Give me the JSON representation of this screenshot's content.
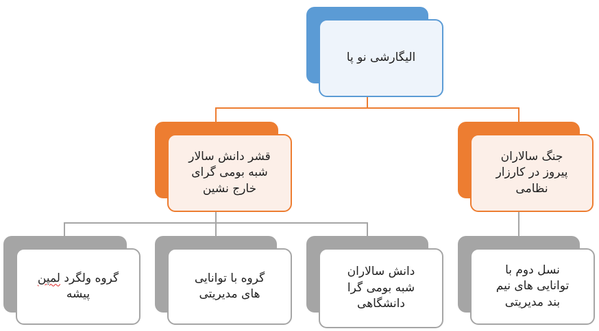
{
  "colors": {
    "blue": "#5b9bd5",
    "light_blue": "#eef4fb",
    "orange": "#ed7d31",
    "peach": "#fcefe8",
    "grey": "#a5a5a5",
    "grey_border": "#a5a5a5",
    "orange_line": "#ed7d31",
    "grey_line": "#a5a5a5"
  },
  "nodes": {
    "root": {
      "label": "الیگارشی نو پا"
    },
    "left_mid": {
      "label": "قشر دانش سالار\nشبه بومی گرای\nخارج نشین"
    },
    "right_mid": {
      "label": "جنگ سالاران\nپیروز در کارزار\nنظامی"
    },
    "leaf_1": {
      "label_word1": "گروه ولگرد",
      "label_word2": "لمپن",
      "label_line2": "پیشه"
    },
    "leaf_2": {
      "label": "گروه با توانایی\nهای مدیریتی"
    },
    "leaf_3": {
      "label": "دانش سالاران\nشبه بومی گرا\nدانشگاهی"
    },
    "leaf_4": {
      "label": "نسل دوم با\nتوانایی های نیم\nبند مدیریتی"
    }
  }
}
